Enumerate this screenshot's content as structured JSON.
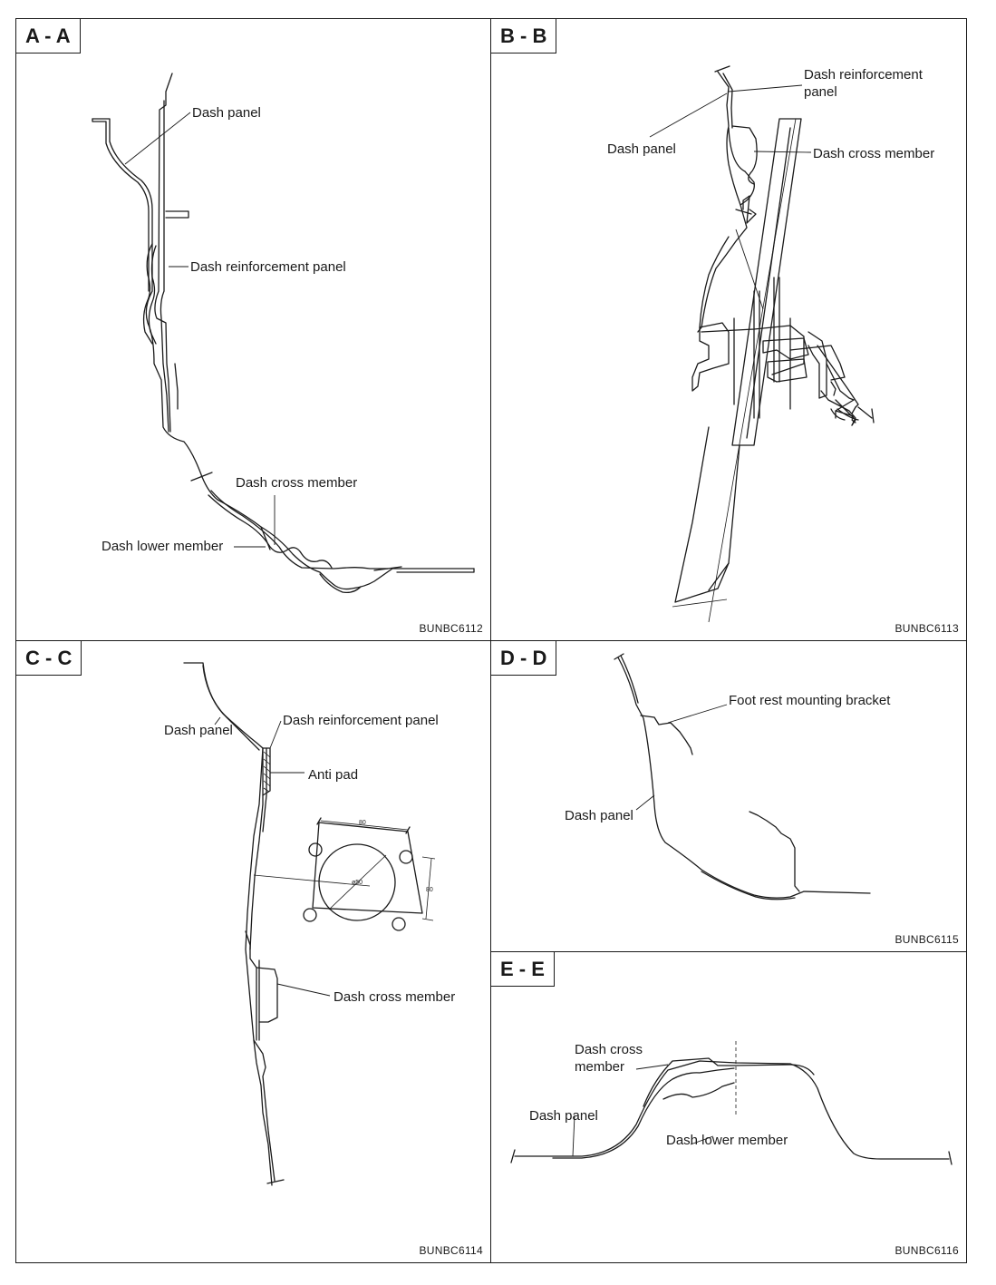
{
  "panels": {
    "aa": {
      "tag": "A - A",
      "code": "BUNBC6112",
      "labels": {
        "dash_panel": "Dash panel",
        "dash_reinforcement_panel": "Dash reinforcement panel",
        "dash_cross_member": "Dash cross member",
        "dash_lower_member": "Dash lower member"
      }
    },
    "bb": {
      "tag": "B - B",
      "code": "BUNBC6113",
      "labels": {
        "dash_reinforcement_line1": "Dash reinforcement",
        "dash_reinforcement_line2": "panel",
        "dash_panel": "Dash panel",
        "dash_cross_member": "Dash cross member"
      }
    },
    "cc": {
      "tag": "C - C",
      "code": "BUNBC6114",
      "labels": {
        "dash_panel": "Dash panel",
        "dash_reinforcement_panel": "Dash reinforcement panel",
        "anti_pad": "Anti pad",
        "dash_cross_member": "Dash cross member"
      },
      "dimensions": {
        "width": "80",
        "height": "80",
        "diameter": "ø50"
      }
    },
    "dd": {
      "tag": "D - D",
      "code": "BUNBC6115",
      "labels": {
        "foot_rest_mounting_bracket": "Foot rest mounting bracket",
        "dash_panel": "Dash panel"
      }
    },
    "ee": {
      "tag": "E - E",
      "code": "BUNBC6116",
      "labels": {
        "dash_cross_member_line1": "Dash cross",
        "dash_cross_member_line2": "member",
        "dash_panel": "Dash panel",
        "dash_lower_member": "Dash lower member"
      }
    }
  }
}
